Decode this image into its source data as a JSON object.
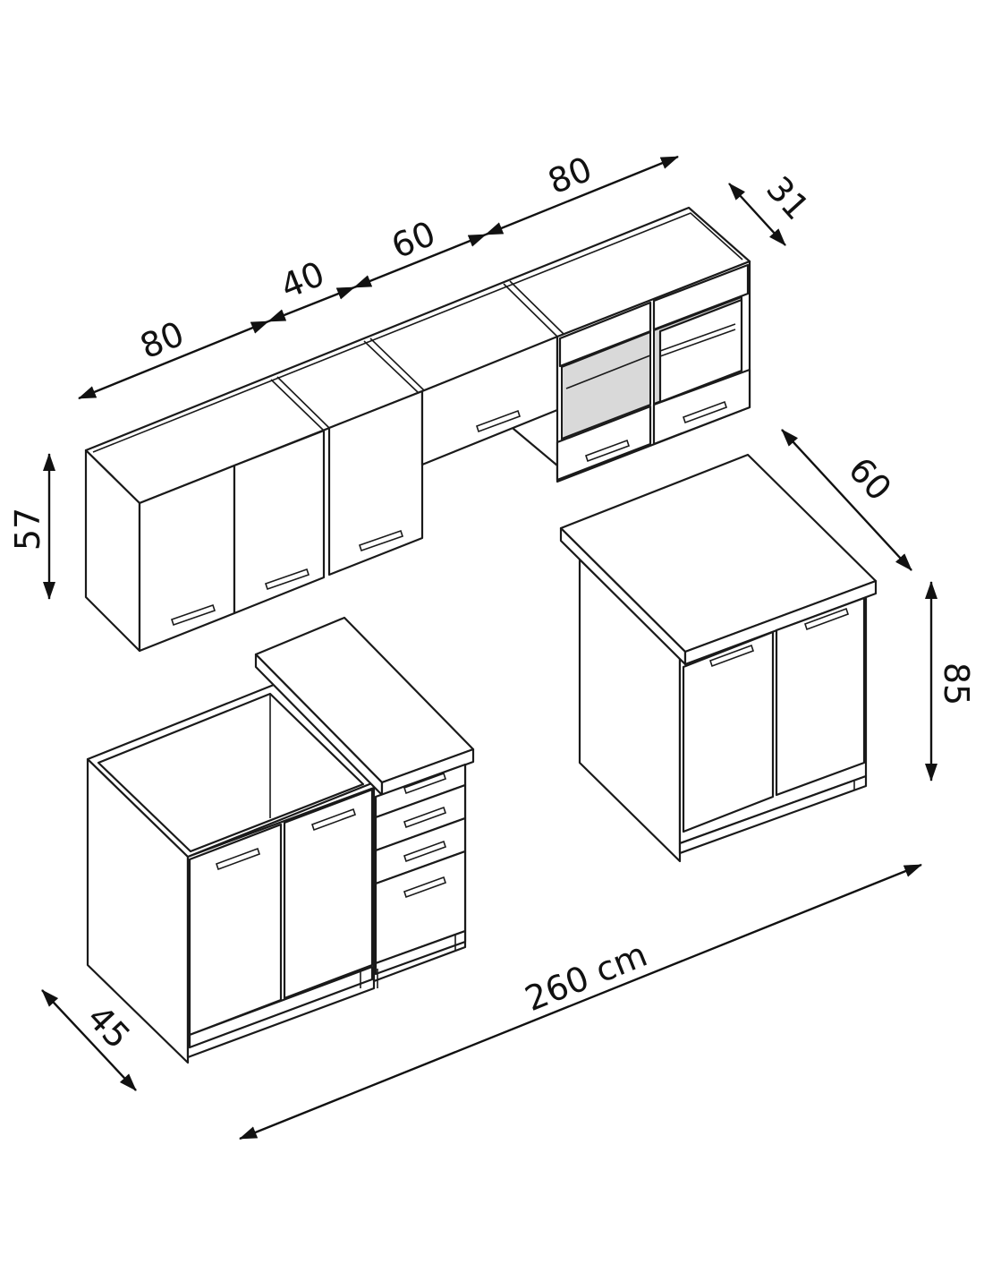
{
  "dimensions": {
    "wall_80_left": "80",
    "wall_40": "40",
    "wall_60": "60",
    "wall_80_right": "80",
    "wall_depth": "31",
    "wall_height": "57",
    "base_depth_right": "60",
    "base_height": "85",
    "base_depth_left": "45",
    "total_width": "260 cm"
  },
  "colors": {
    "line": "#1a1a1a",
    "glass": "#d9d9d9",
    "background": "#ffffff"
  }
}
